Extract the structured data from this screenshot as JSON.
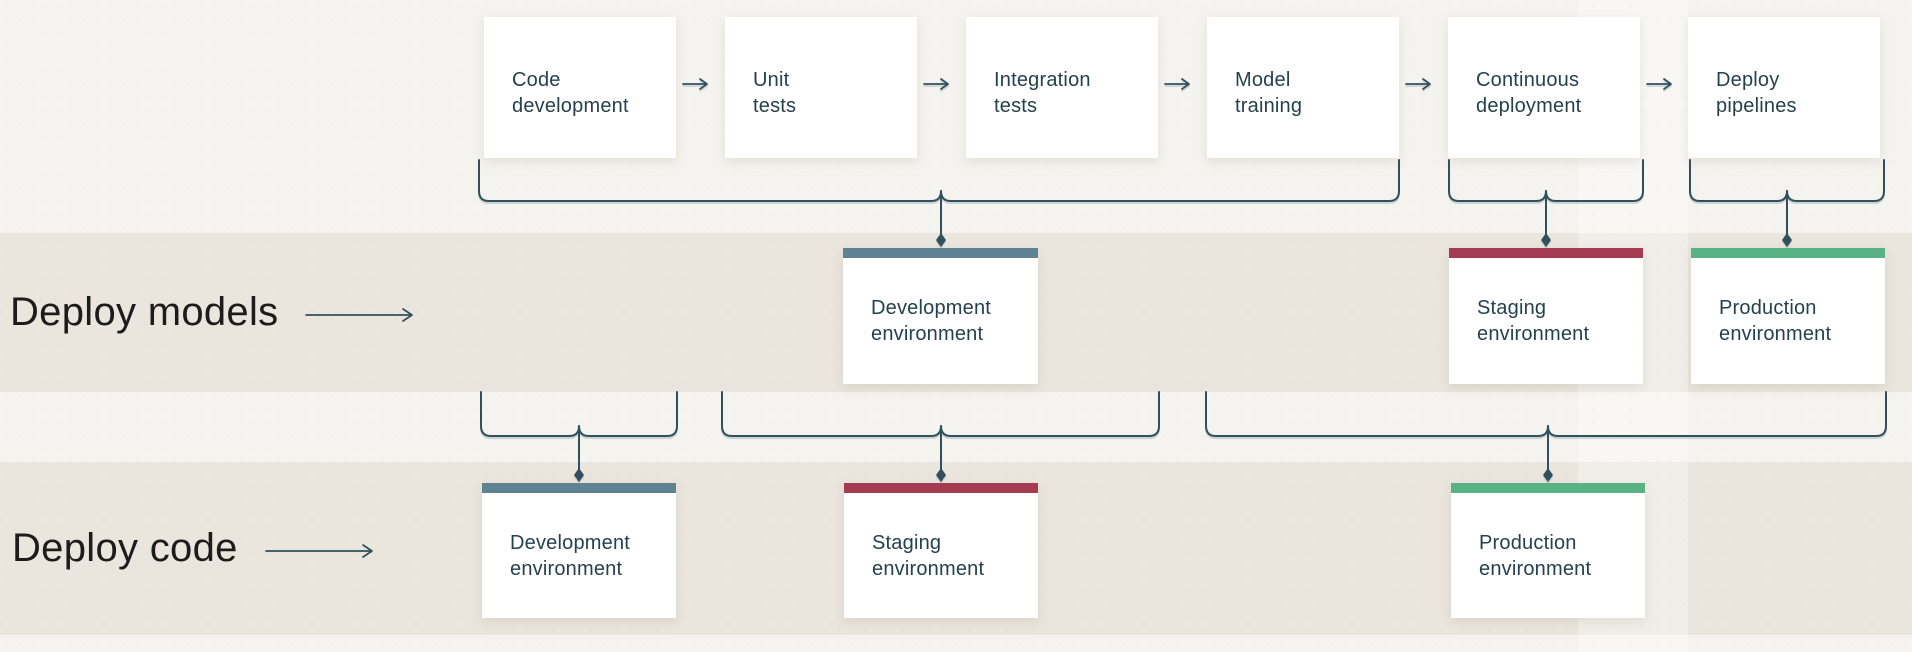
{
  "colors": {
    "page-bg": "#F5F3EF",
    "band-bg": "#EAE5DD",
    "pipeline": "#E25C43",
    "development": "#5F8292",
    "staging": "#A43B50",
    "production": "#58B283",
    "connector": "#31505C",
    "box-text": "#25414E",
    "label-text": "#1C1C1C"
  },
  "row_labels": {
    "models": "Deploy models",
    "code": "Deploy code"
  },
  "pipeline": {
    "stages": [
      {
        "label": "Code\ndevelopment"
      },
      {
        "label": "Unit\ntests"
      },
      {
        "label": "Integration\ntests"
      },
      {
        "label": "Model\ntraining"
      },
      {
        "label": "Continuous\ndeployment"
      },
      {
        "label": "Deploy\npipelines"
      }
    ]
  },
  "deploy_models": {
    "environments": [
      {
        "label": "Development\nenvironment",
        "color": "development"
      },
      {
        "label": "Staging\nenvironment",
        "color": "staging"
      },
      {
        "label": "Production\nenvironment",
        "color": "production"
      }
    ]
  },
  "deploy_code": {
    "environments": [
      {
        "label": "Development\nenvironment",
        "color": "development"
      },
      {
        "label": "Staging\nenvironment",
        "color": "staging"
      },
      {
        "label": "Production\nenvironment",
        "color": "production"
      }
    ]
  }
}
